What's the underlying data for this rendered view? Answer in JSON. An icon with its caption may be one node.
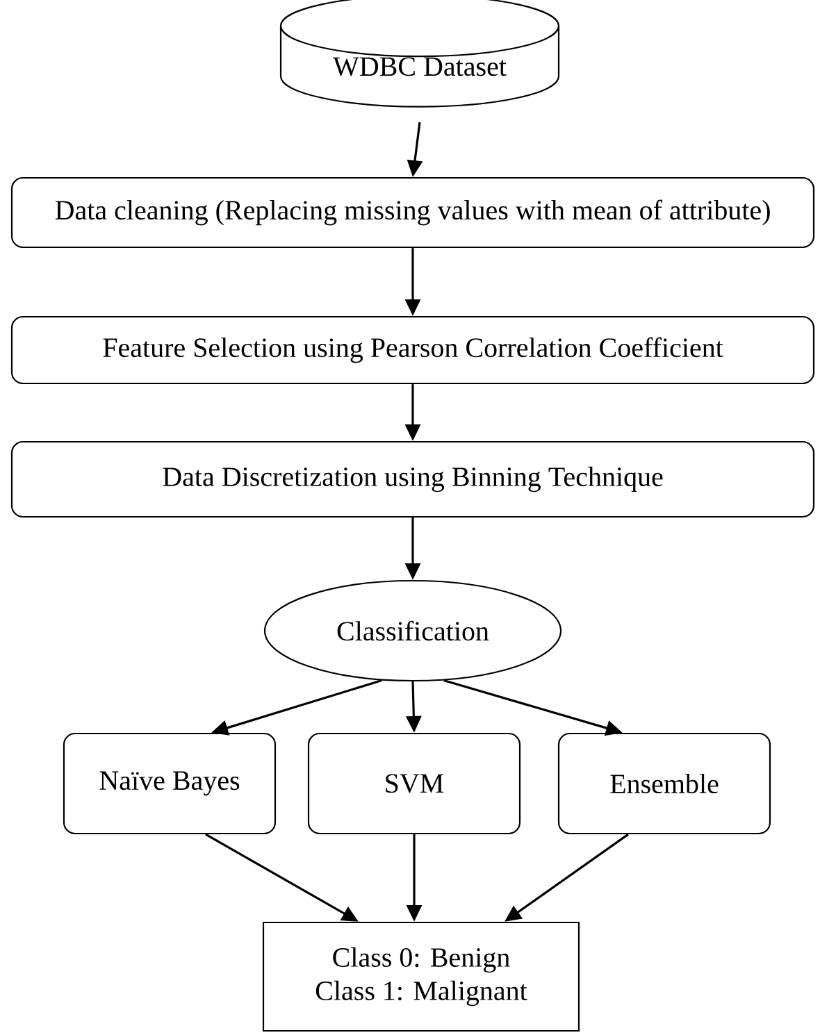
{
  "diagram": {
    "nodes": [
      {
        "text": [
          "WDBC Dataset"
        ]
      },
      {
        "text": [
          "Data cleaning (Replacing missing values with mean of attribute)"
        ]
      },
      {
        "text": [
          "Feature Selection using Pearson Correlation Coefficient"
        ]
      },
      {
        "text": [
          "Data Discretization using Binning Technique"
        ]
      },
      {
        "text": [
          "Classification"
        ]
      },
      {
        "text": [
          "Naïve Bayes"
        ]
      },
      {
        "text": [
          "SVM"
        ]
      },
      {
        "text": [
          "Ensemble"
        ]
      },
      {
        "text": [
          "Class 0: Benign",
          "Class 1: Malignant"
        ]
      }
    ],
    "edges": [
      {
        "from": 0,
        "to": 1,
        "arrow": "to"
      },
      {
        "from": 1,
        "to": 2,
        "arrow": "to"
      },
      {
        "from": 2,
        "to": 3,
        "arrow": "to"
      },
      {
        "from": 3,
        "to": 4,
        "arrow": "to"
      },
      {
        "from": 4,
        "to": 5,
        "arrow": "to"
      },
      {
        "from": 4,
        "to": 6,
        "arrow": "to"
      },
      {
        "from": 4,
        "to": 7,
        "arrow": "to"
      },
      {
        "from": 5,
        "to": 8,
        "arrow": "to"
      },
      {
        "from": 6,
        "to": 8,
        "arrow": "to"
      },
      {
        "from": 7,
        "to": 8,
        "arrow": "to"
      }
    ]
  }
}
